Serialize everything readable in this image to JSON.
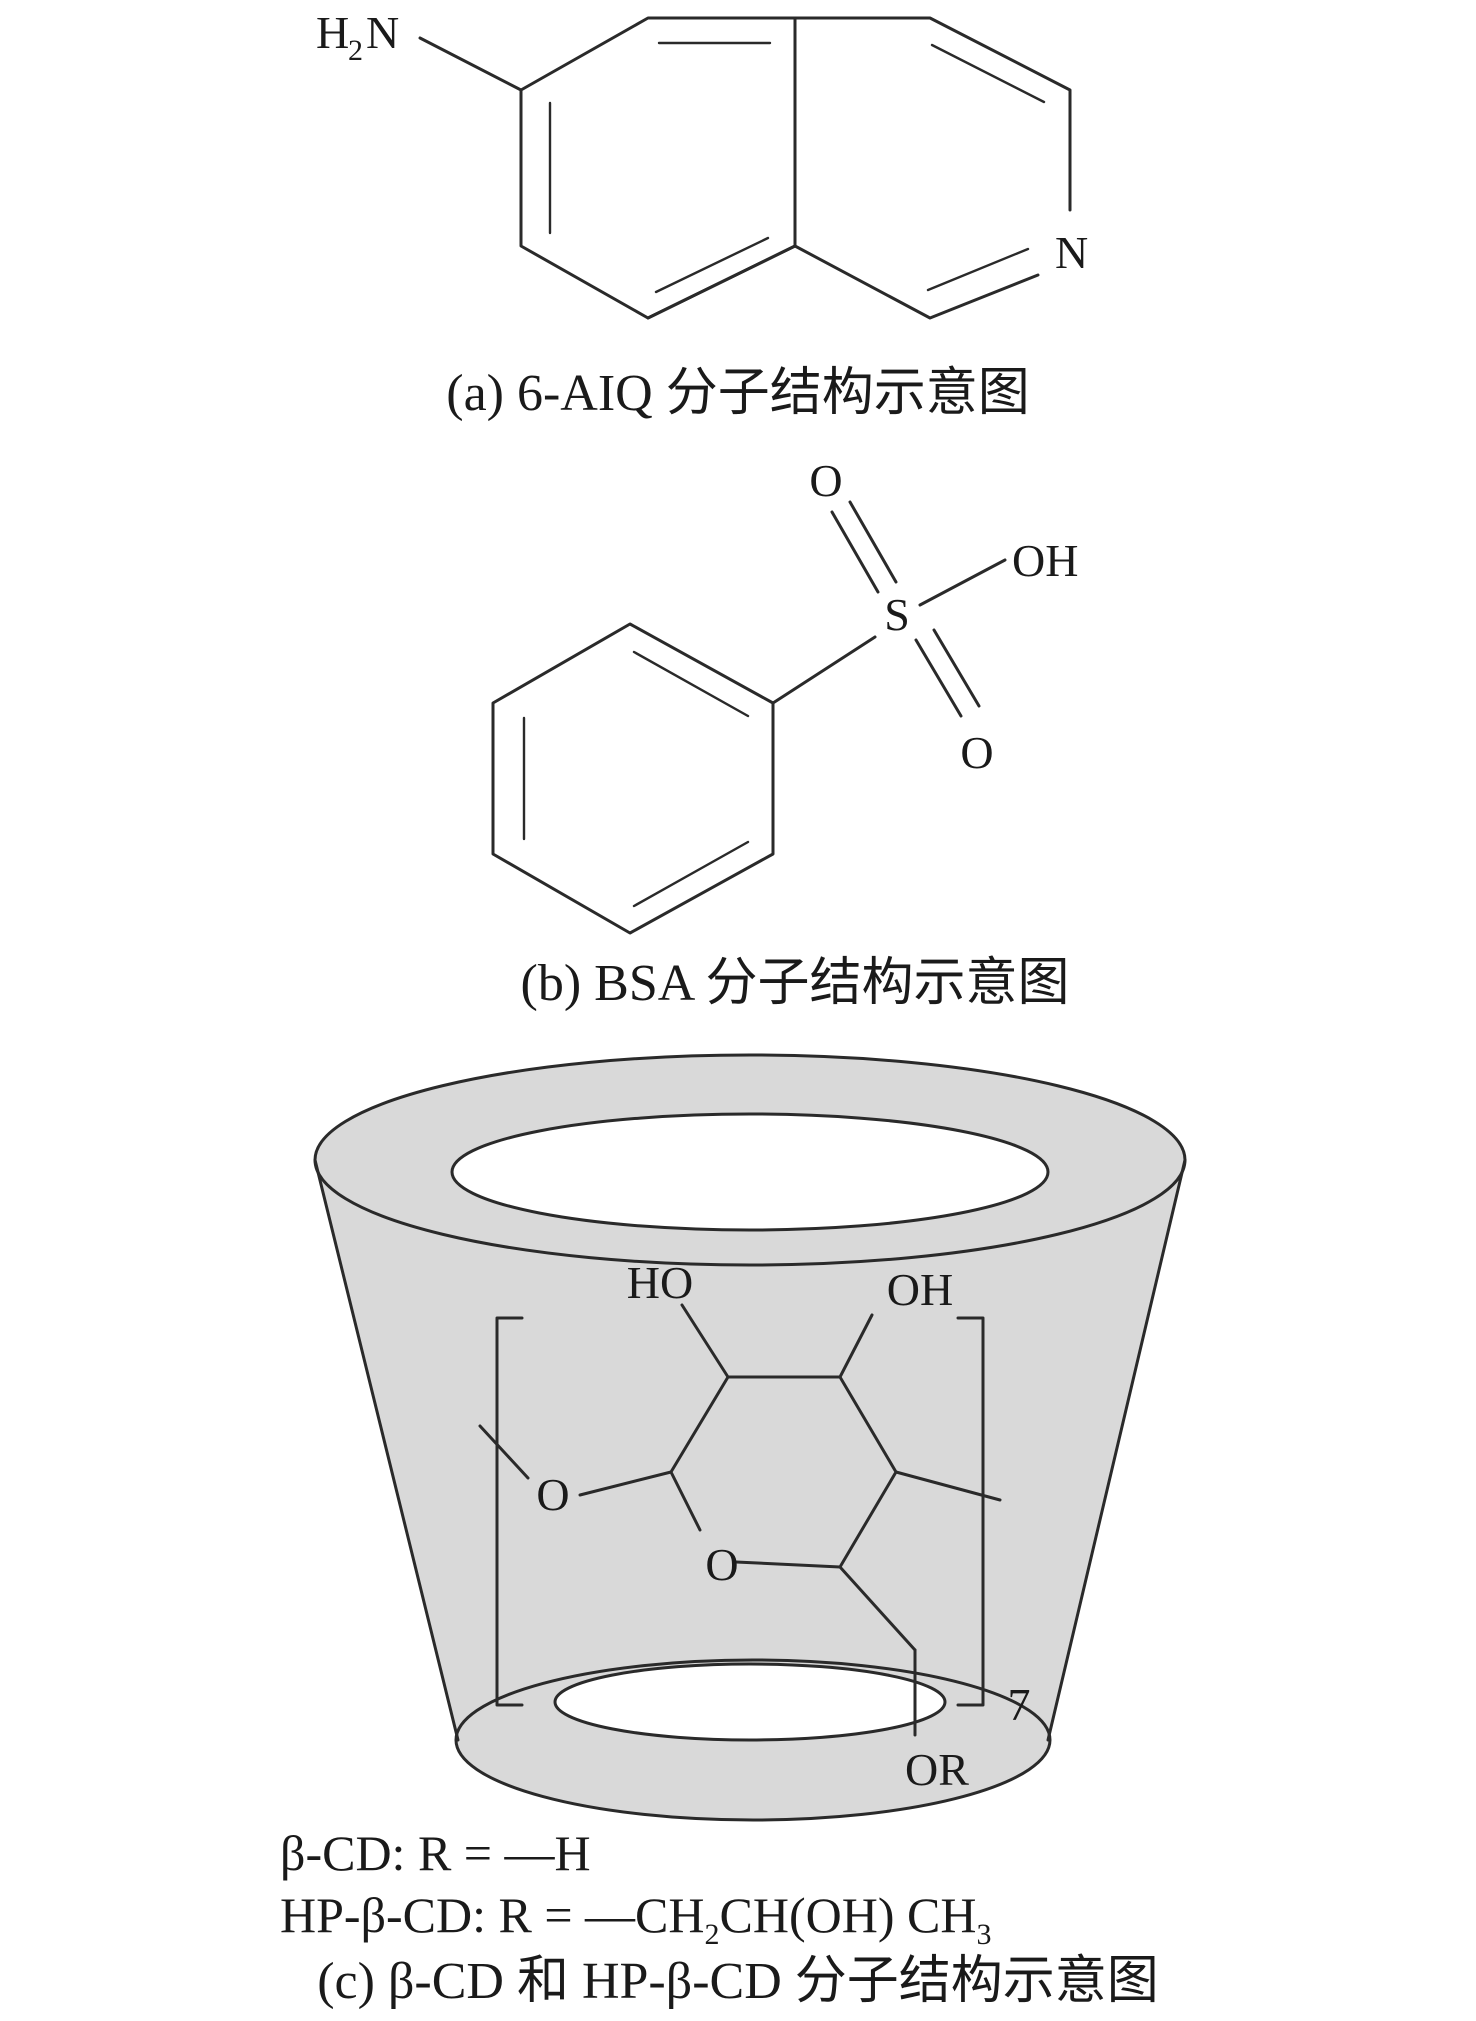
{
  "figure": {
    "panel_a": {
      "caption": "(a) 6-AIQ 分子结构示意图",
      "atoms": {
        "amine_h": "H",
        "amine_sub": "2",
        "amine_n": "N",
        "ring_n": "N"
      }
    },
    "panel_b": {
      "caption": "(b) BSA 分子结构示意图",
      "atoms": {
        "o_top": "O",
        "oh": "OH",
        "s": "S",
        "o_bottom": "O"
      }
    },
    "panel_c": {
      "caption": "(c) β-CD 和 HP-β-CD 分子结构示意图",
      "atoms": {
        "ho": "HO",
        "oh": "OH",
        "o_glycosidic": "O",
        "o_ring": "O",
        "or": "OR",
        "repeat": "7"
      },
      "legend": {
        "beta_cd": "β-CD: R = —H",
        "hp_prefix": "HP-β-CD: R = —CH",
        "hp_sub1": "2",
        "hp_mid": "CH(OH) CH",
        "hp_sub2": "3"
      }
    }
  },
  "colors": {
    "cone_fill": "#d9d9d9",
    "line": "#2a2a2a",
    "text": "#1a1a1a"
  }
}
